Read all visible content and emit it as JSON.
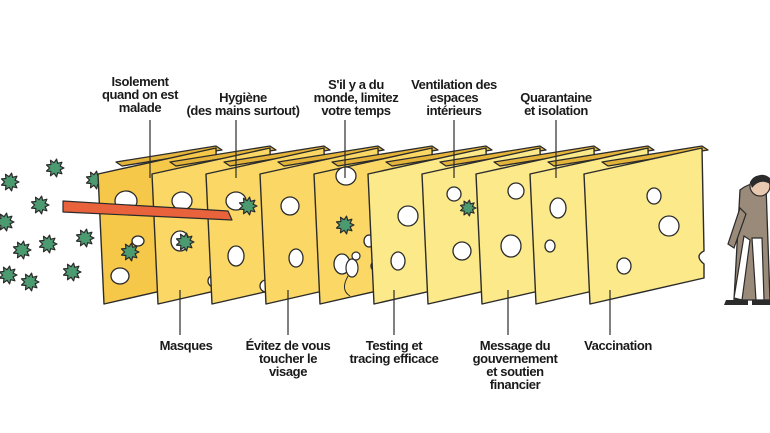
{
  "labels_top": [
    {
      "id": "isolement",
      "text": "Isolement\nquand on est\nmalade"
    },
    {
      "id": "hygiene",
      "text": "Hygiène\n(des mains surtout)"
    },
    {
      "id": "monde",
      "text": "S'il y a du\nmonde, limitez\nvotre temps"
    },
    {
      "id": "ventilation",
      "text": "Ventilation des\nespaces\nintérieurs"
    },
    {
      "id": "quarantaine",
      "text": "Quarantaine\net isolation"
    }
  ],
  "labels_bottom": [
    {
      "id": "masques",
      "text": "Masques"
    },
    {
      "id": "visage",
      "text": "Évitez de vous\ntoucher le\nvisage"
    },
    {
      "id": "testing",
      "text": "Testing et\ntracing efficace"
    },
    {
      "id": "message",
      "text": "Message du\ngouvernement\net soutien\nfinancier"
    },
    {
      "id": "vaccination",
      "text": "Vaccination"
    }
  ],
  "colors": {
    "cheese_dark": "#f6c84a",
    "cheese_mid": "#fbd866",
    "cheese_light": "#fbe98a",
    "outline": "#2b2b2b",
    "virus": "#4c9a6f",
    "arrow": "#e8623b",
    "person_coat": "#9a8a7a",
    "person_skin": "#e8c9b0"
  },
  "icons": [
    "virus-icon",
    "mouse-icon",
    "person-icon"
  ]
}
